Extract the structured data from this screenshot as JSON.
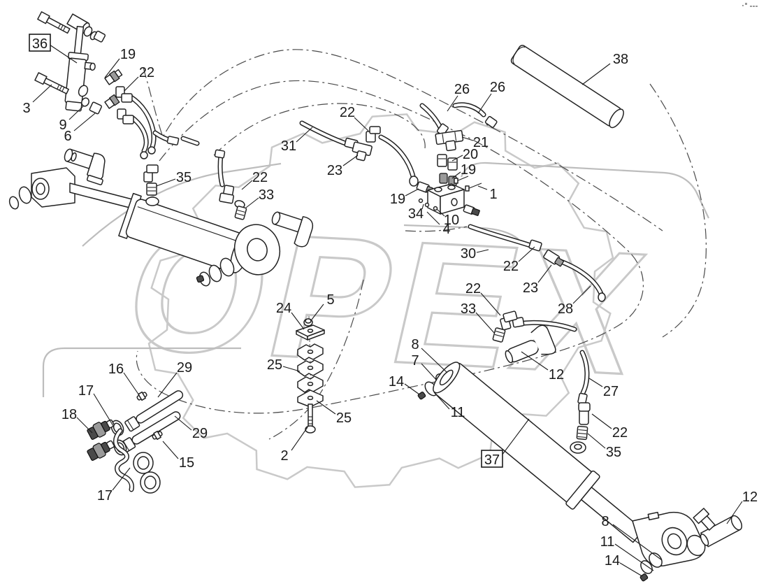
{
  "diagram": {
    "watermark_text": "OPEX"
  },
  "callouts": [
    {
      "text": "36",
      "boxed": true
    },
    {
      "text": "19"
    },
    {
      "text": "22"
    },
    {
      "text": "3"
    },
    {
      "text": "9"
    },
    {
      "text": "6"
    },
    {
      "text": "38"
    },
    {
      "text": "26"
    },
    {
      "text": "26"
    },
    {
      "text": "22"
    },
    {
      "text": "31"
    },
    {
      "text": "23"
    },
    {
      "text": "21"
    },
    {
      "text": "20"
    },
    {
      "text": "19"
    },
    {
      "text": "1"
    },
    {
      "text": "19"
    },
    {
      "text": "34"
    },
    {
      "text": "10"
    },
    {
      "text": "4"
    },
    {
      "text": "30"
    },
    {
      "text": "22"
    },
    {
      "text": "23"
    },
    {
      "text": "28"
    },
    {
      "text": "22"
    },
    {
      "text": "33"
    },
    {
      "text": "12"
    },
    {
      "text": "27"
    },
    {
      "text": "8"
    },
    {
      "text": "7"
    },
    {
      "text": "14"
    },
    {
      "text": "11"
    },
    {
      "text": "35"
    },
    {
      "text": "22"
    },
    {
      "text": "33"
    },
    {
      "text": "16"
    },
    {
      "text": "29"
    },
    {
      "text": "17"
    },
    {
      "text": "18"
    },
    {
      "text": "29"
    },
    {
      "text": "15"
    },
    {
      "text": "17"
    },
    {
      "text": "24"
    },
    {
      "text": "5"
    },
    {
      "text": "25"
    },
    {
      "text": "25"
    },
    {
      "text": "2"
    },
    {
      "text": "37",
      "boxed": true
    },
    {
      "text": "22"
    },
    {
      "text": "35"
    },
    {
      "text": "12"
    },
    {
      "text": "8"
    },
    {
      "text": "11"
    },
    {
      "text": "14"
    }
  ]
}
